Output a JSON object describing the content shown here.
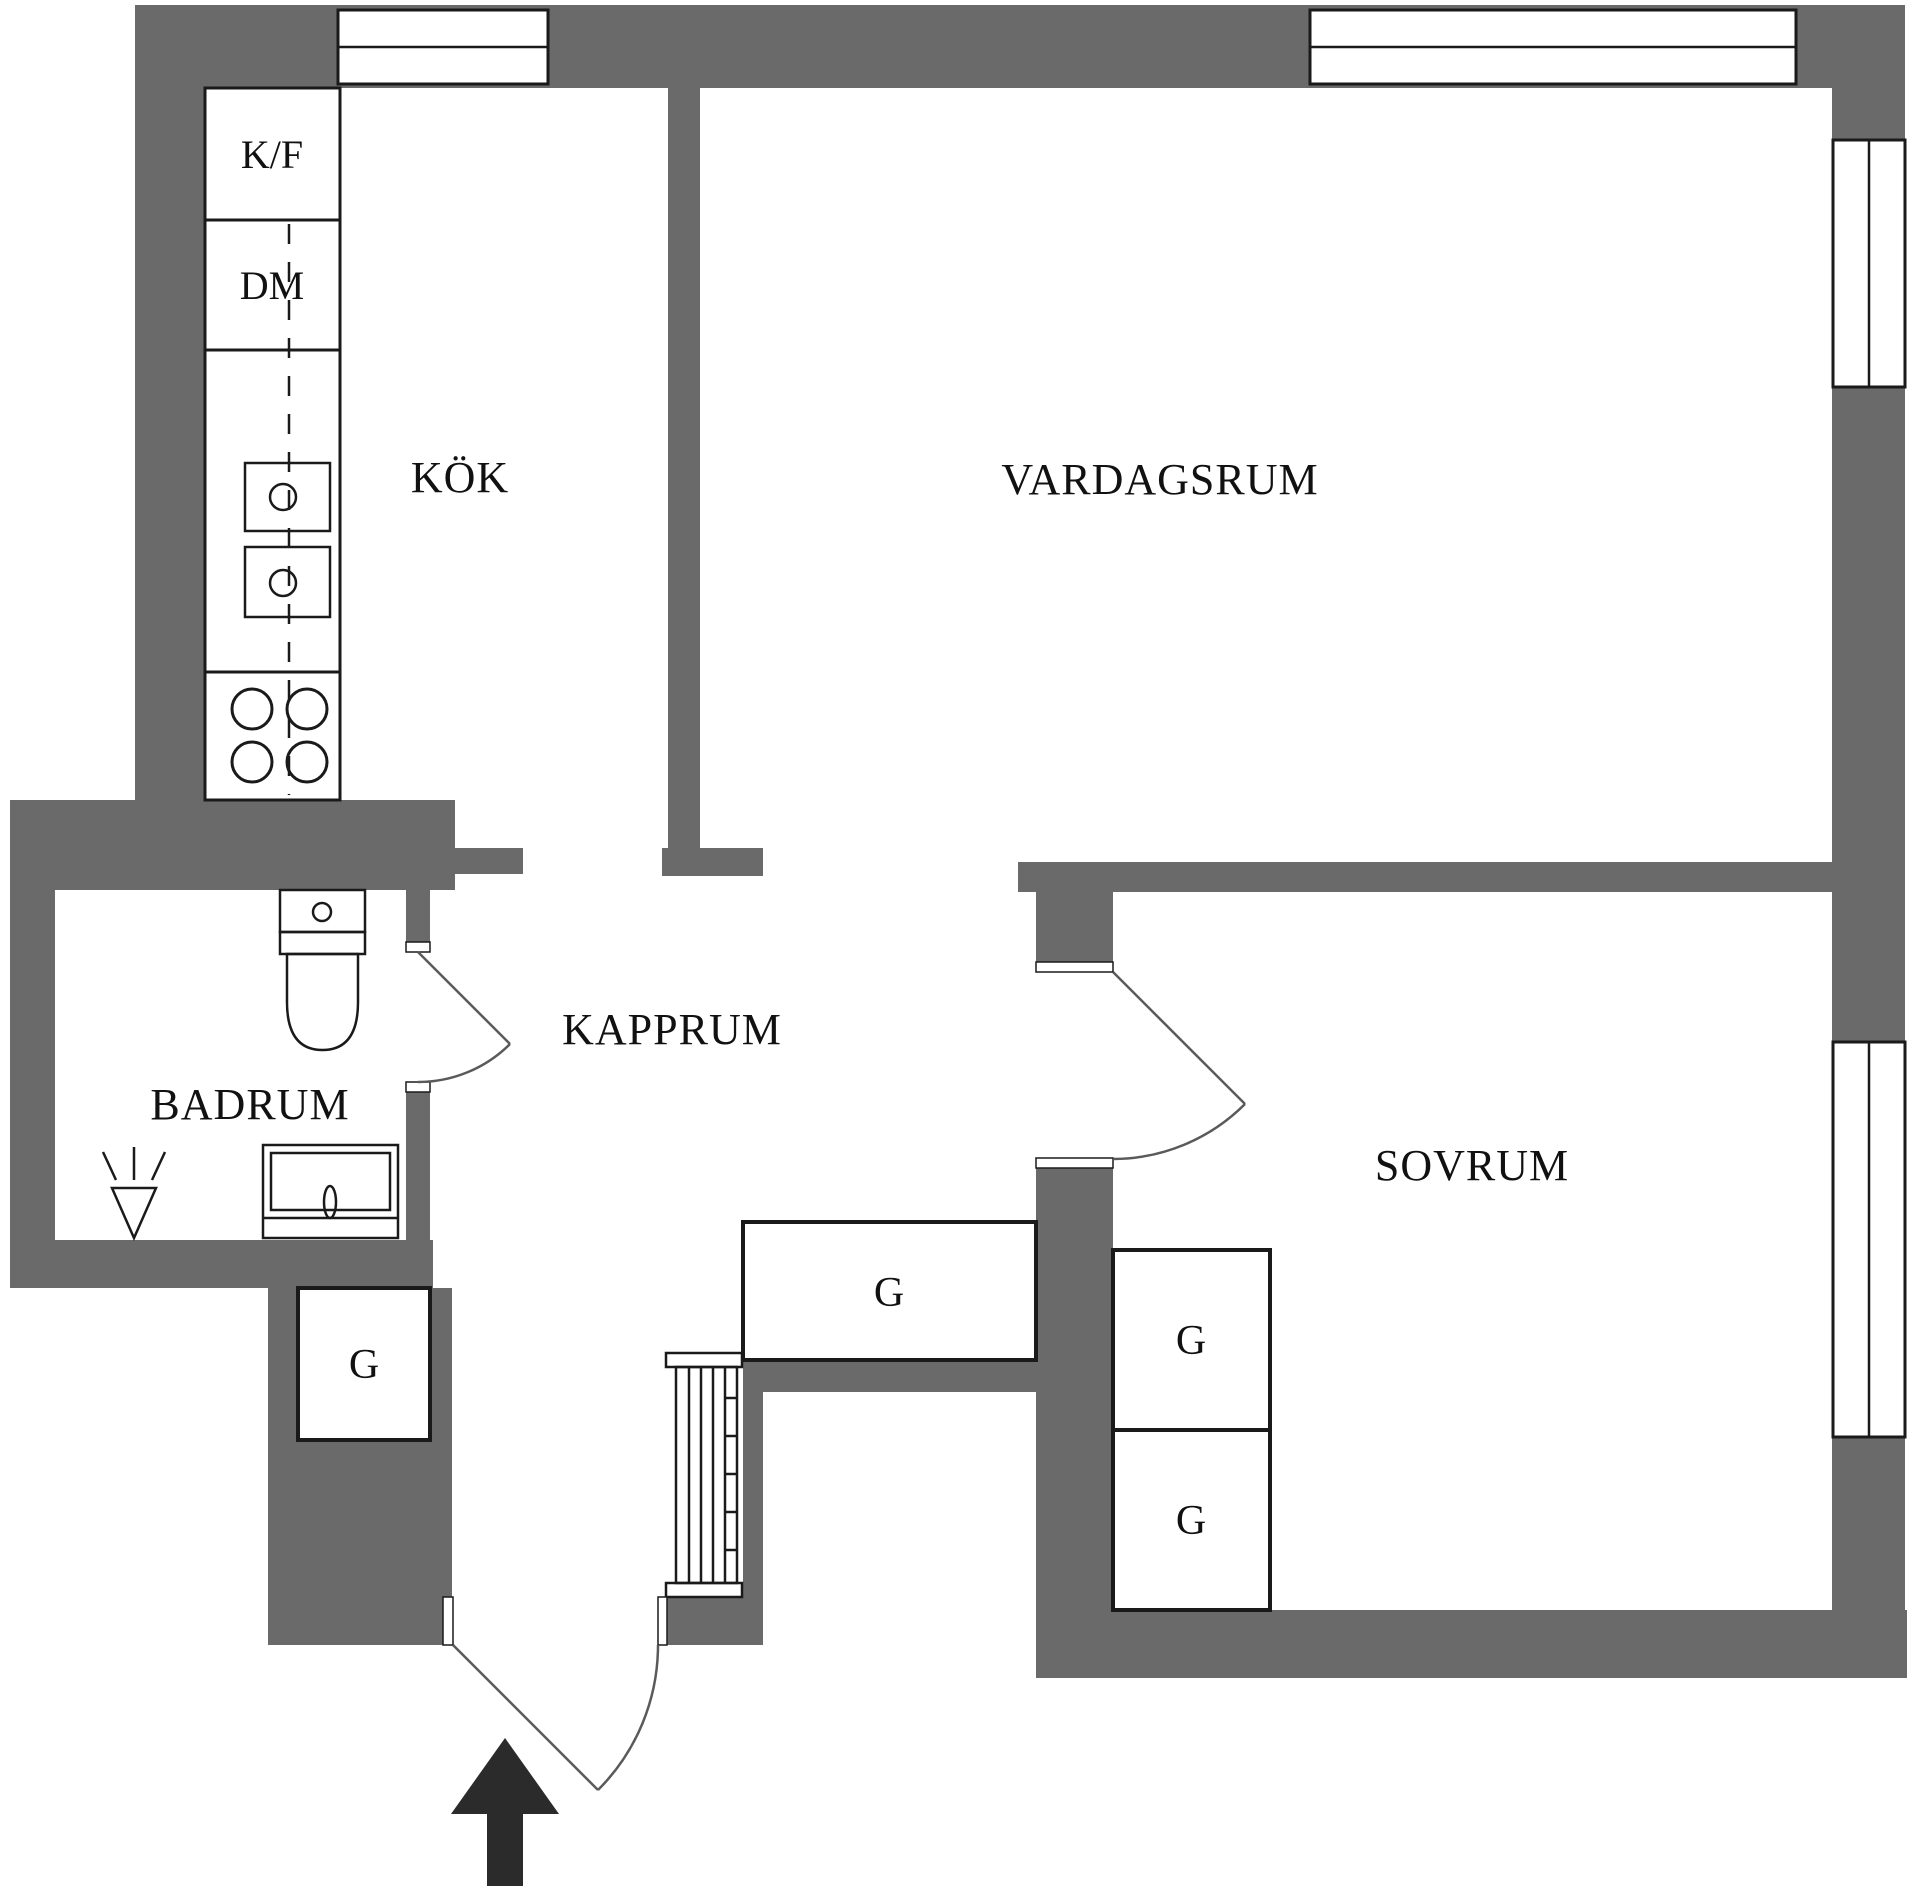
{
  "colors": {
    "wall": "#6a6a6a",
    "line": "#1a1a1a",
    "door": "#5a5a5a",
    "background": "#ffffff"
  },
  "rooms": {
    "kitchen": {
      "label": "KÖK"
    },
    "living_room": {
      "label": "VARDAGSRUM"
    },
    "bathroom": {
      "label": "BADRUM"
    },
    "hallway": {
      "label": "KAPPRUM"
    },
    "bedroom": {
      "label": "SOVRUM"
    }
  },
  "appliances": {
    "fridge_freezer": {
      "label": "K/F"
    },
    "dishwasher": {
      "label": "DM"
    }
  },
  "closets": {
    "hall_closet_side": {
      "label": "G"
    },
    "hall_closet_top": {
      "label": "G"
    },
    "bedroom_closet_upper": {
      "label": "G"
    },
    "bedroom_closet_lower": {
      "label": "G"
    }
  }
}
